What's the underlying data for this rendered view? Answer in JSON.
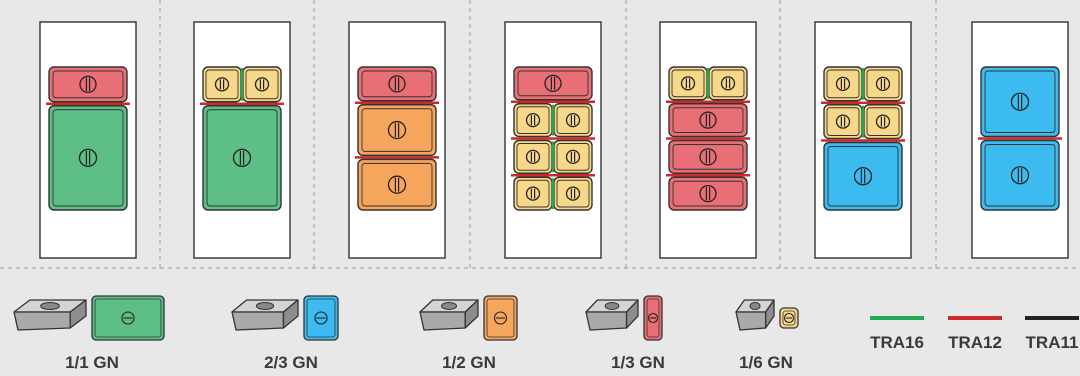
{
  "colors": {
    "background": "#e8e8e8",
    "slot_fill": "#ffffff",
    "slot_stroke": "#333333",
    "divider": "#9a9a9a",
    "pan_1_1": "#5dbf86",
    "pan_2_3": "#3bbbef",
    "pan_1_2": "#f6a65c",
    "pan_1_3": "#e86f75",
    "pan_1_6": "#f7d88a",
    "tra16": "#22a955",
    "tra12": "#cc2a2a",
    "tra11": "#222222"
  },
  "configurations": [
    {
      "id": "config-1",
      "rows": [
        [
          "1/3 GN"
        ],
        [
          "1/1 GN"
        ]
      ],
      "separators": [
        "TRA12"
      ]
    },
    {
      "id": "config-2",
      "rows": [
        [
          "1/6 GN",
          "1/6 GN"
        ],
        [
          "1/1 GN"
        ]
      ],
      "separators": [
        "TRA12"
      ],
      "row_dividers": [
        "TRA16",
        null
      ]
    },
    {
      "id": "config-3",
      "rows": [
        [
          "1/3 GN"
        ],
        [
          "1/2 GN"
        ],
        [
          "1/2 GN"
        ]
      ],
      "separators": [
        "TRA12",
        "TRA12"
      ]
    },
    {
      "id": "config-4",
      "rows": [
        [
          "1/3 GN"
        ],
        [
          "1/6 GN",
          "1/6 GN"
        ],
        [
          "1/6 GN",
          "1/6 GN"
        ],
        [
          "1/6 GN",
          "1/6 GN"
        ]
      ],
      "separators": [
        "TRA12",
        "TRA12",
        "TRA12"
      ],
      "row_dividers": [
        null,
        "TRA16",
        "TRA16",
        "TRA16"
      ]
    },
    {
      "id": "config-5",
      "rows": [
        [
          "1/6 GN",
          "1/6 GN"
        ],
        [
          "1/3 GN"
        ],
        [
          "1/3 GN"
        ],
        [
          "1/3 GN"
        ]
      ],
      "separators": [
        "TRA12",
        "TRA12",
        "TRA12"
      ],
      "row_dividers": [
        "TRA16",
        null,
        null,
        null
      ]
    },
    {
      "id": "config-6",
      "rows": [
        [
          "1/6 GN",
          "1/6 GN"
        ],
        [
          "1/6 GN",
          "1/6 GN"
        ],
        [
          "2/3 GN"
        ]
      ],
      "separators": [
        "TRA12",
        "TRA12"
      ],
      "row_dividers": [
        "TRA16",
        "TRA16",
        null
      ]
    },
    {
      "id": "config-7",
      "rows": [
        [
          "2/3 GN"
        ],
        [
          "2/3 GN"
        ]
      ],
      "separators": [
        "TRA12"
      ]
    }
  ],
  "pan_sizes": [
    {
      "id": "1-1",
      "label": "1/1 GN",
      "color_key": "pan_1_1"
    },
    {
      "id": "2-3",
      "label": "2/3 GN",
      "color_key": "pan_2_3"
    },
    {
      "id": "1-2",
      "label": "1/2 GN",
      "color_key": "pan_1_2"
    },
    {
      "id": "1-3",
      "label": "1/3 GN",
      "color_key": "pan_1_3"
    },
    {
      "id": "1-6",
      "label": "1/6 GN",
      "color_key": "pan_1_6"
    }
  ],
  "bars": [
    {
      "id": "tra16",
      "label": "TRA16",
      "color_key": "tra16"
    },
    {
      "id": "tra12",
      "label": "TRA12",
      "color_key": "tra12"
    },
    {
      "id": "tra11",
      "label": "TRA11",
      "color_key": "tra11"
    }
  ]
}
